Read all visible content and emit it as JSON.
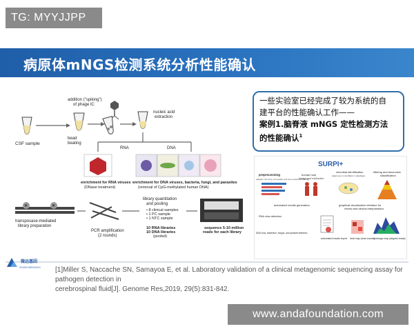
{
  "tag_label": "TG: MYYJJPP",
  "banner_title": "病原体mNGS检测系统分析性能确认",
  "callout": {
    "line1": "一些实验室已经完成了较为系统的自",
    "line2": "建平台的性能确认工作——",
    "line3": "案例1.脑脊液 mNGS 定性检测方法",
    "line4": "的性能确认",
    "line4_sup": "1"
  },
  "workflow": {
    "csf_sample": "CSF sample",
    "addition_line1": "addition (\"spiking\")",
    "addition_line2": "of phage lC",
    "bead_line1": "bead",
    "bead_line2": "beating",
    "nucleic_line1": "nucleic acid",
    "nucleic_line2": "extraction",
    "rna": "RNA",
    "dna": "DNA",
    "enrich_rna_line1": "enrichment for RNA viruses",
    "enrich_rna_line2": "(DNase treatment)",
    "enrich_dna_line1": "enrichment for DNA viruses, bacteria, fungi, and parasites",
    "enrich_dna_line2": "(removal of CpG-methylated human DNA)",
    "transposase_line1": "transposase-mediated",
    "transposase_line2": "library preparation",
    "pcr_line1": "PCR amplification",
    "pcr_line2": "(2 rounds)",
    "library_line1": "library quantitation",
    "library_line2": "and pooling",
    "samples": [
      "• 8 clinical samples",
      "• 1 PC sample",
      "• 1 NTC sample"
    ],
    "libs_line1": "10 RNA libraries",
    "libs_line2": "10 DNA libraries",
    "libs_line3": "(pooled)",
    "seq_line1": "sequence 5-10 million",
    "seq_line2": "reads for each library"
  },
  "surpi": {
    "logo": "SURPI+",
    "preprocessing": "preprocessing",
    "preprocessing_sub": "(adapter trimming, low-quality and low-complexity filtering)",
    "human_host": "human host",
    "human_host_sub": "background subtraction",
    "microbial": "microbial identification",
    "microbial_sub": "(alignment to GenBank nt database)",
    "filtering": "filtering and taxonomic",
    "filtering_sub": "classification",
    "automated": "automated results generation",
    "graphical": "graphical visualization interface for",
    "graphical_sub": "review and clinical interpretation",
    "rna_detection": "RNA virus detection",
    "dna_detection": "DNA virus, bacterium, fungus, and parasite detection",
    "automated_report": "automated results report",
    "heat_map": "heat map (read counts)",
    "coverage_map": "coverage map (aligned reads)"
  },
  "logo_text_cn": "微远基因",
  "logo_text_en": "VISION MEDICALS",
  "reference_line1": "[1]Miller S, Naccache SN, Samayoa E, et al. Laboratory validation of a clinical metagenomic sequencing assay for pathogen detection in",
  "reference_line2": "cerebrospinal fluid[J]. Genome Res,2019, 29(5):831-842.",
  "watermark_label": "www.andafoundation.com",
  "colors": {
    "banner_blue": "#2a72bf",
    "callout_border": "#2f6ea9",
    "tag_gray": "#8a8a8a"
  }
}
